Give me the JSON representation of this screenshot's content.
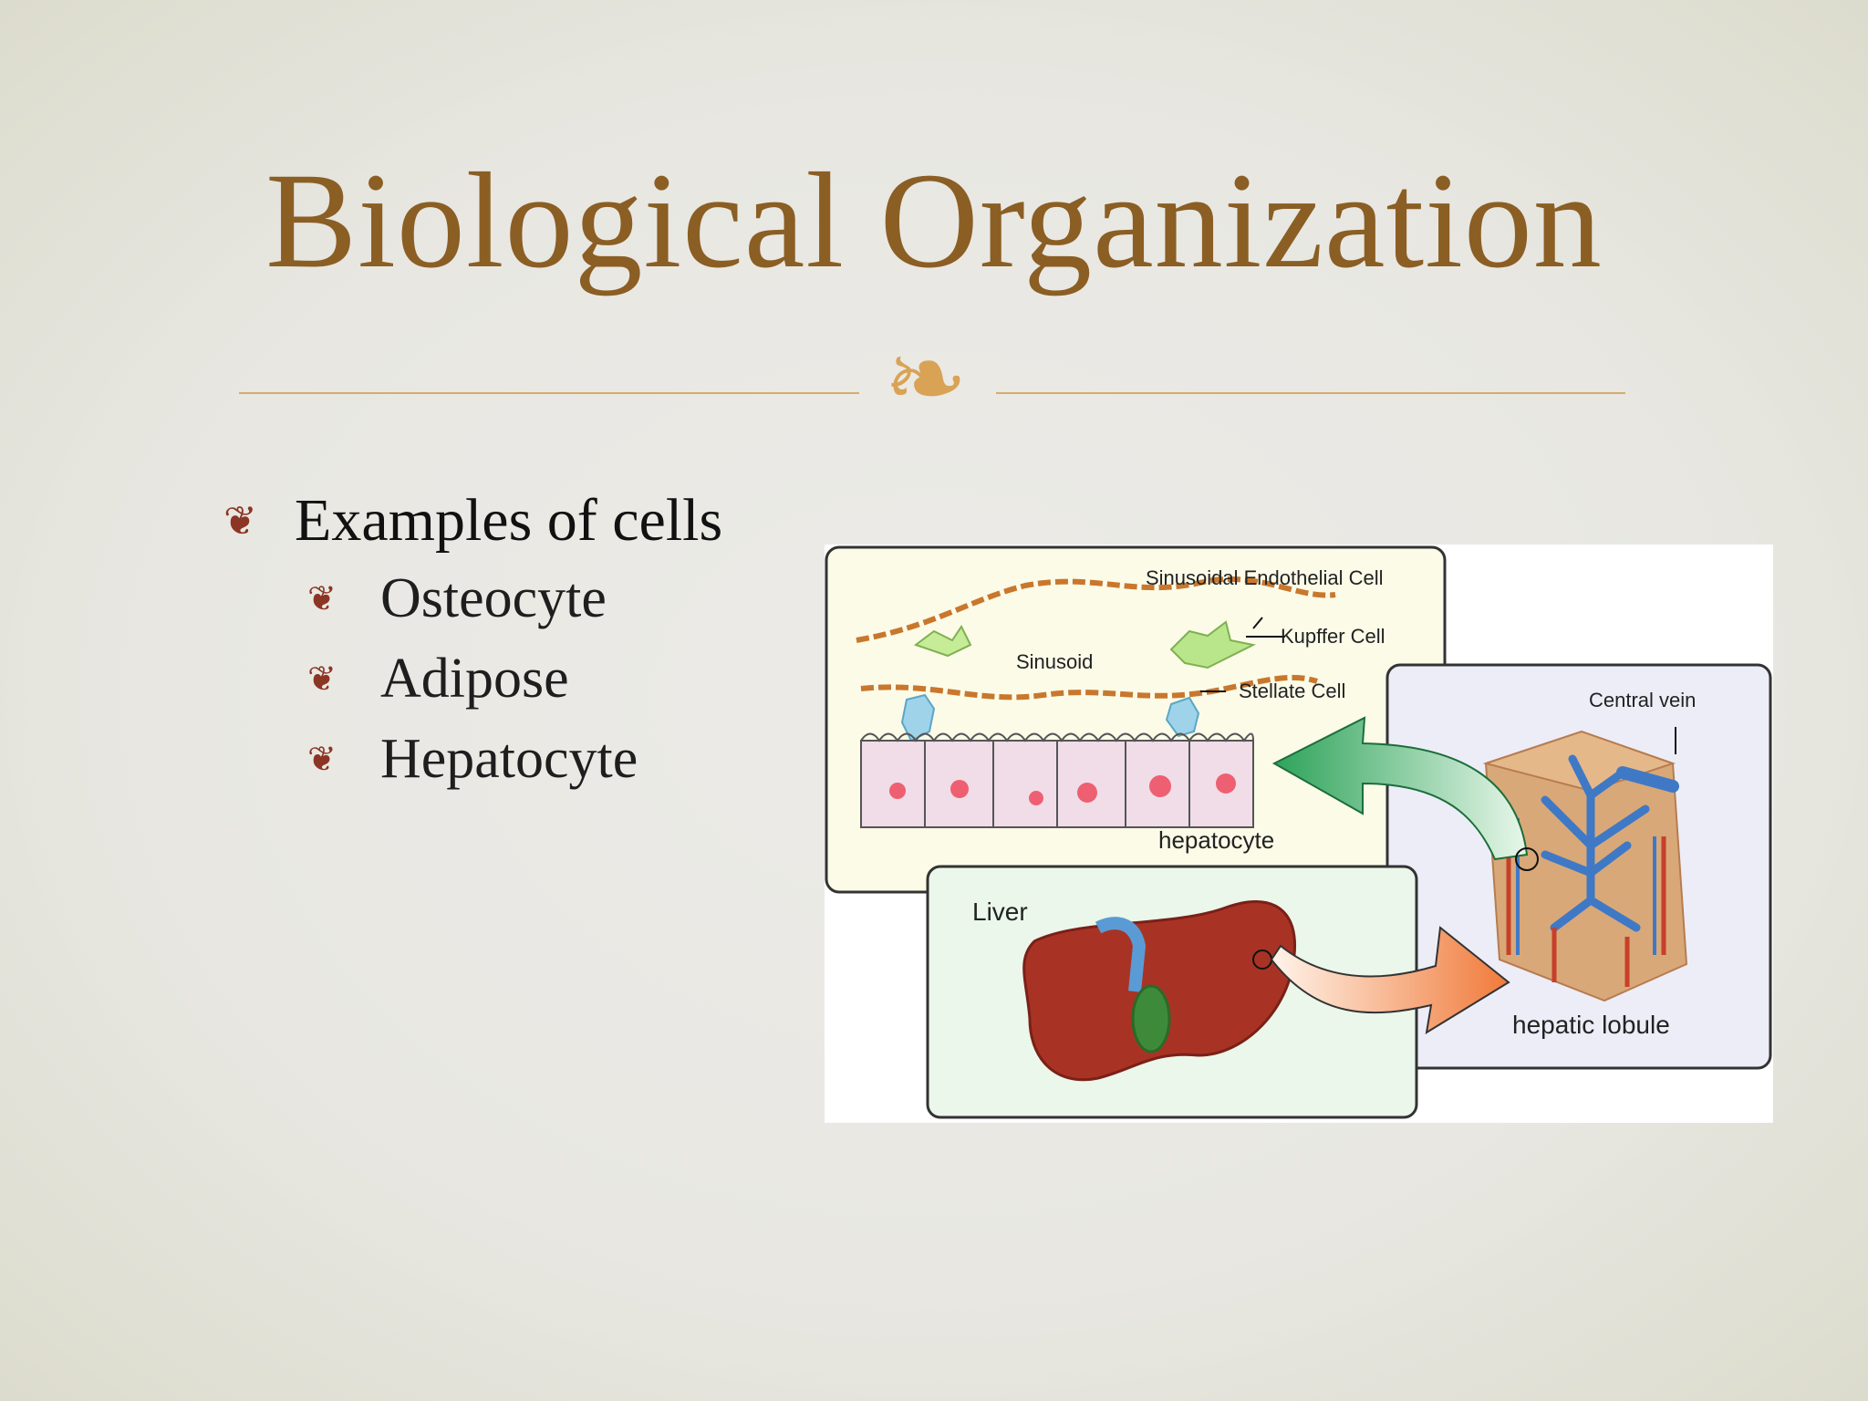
{
  "slide": {
    "title": "Biological Organization",
    "divider_flourish_icon": "flourish-icon",
    "bullet": {
      "text": "Examples of cells",
      "icon": "flourish-bullet-icon",
      "sub_items": [
        {
          "text": "Osteocyte"
        },
        {
          "text": "Adipose"
        },
        {
          "text": "Hepatocyte"
        }
      ]
    }
  },
  "figure": {
    "labels": {
      "sinusoidal_endothelial": "Sinusoidal Endothelial Cell",
      "kupffer": "Kupffer Cell",
      "sinusoid": "Sinusoid",
      "stellate": "Stellate Cell",
      "hepatocyte": "hepatocyte",
      "central_vein": "Central vein",
      "liver": "Liver",
      "hepatic_lobule": "hepatic lobule"
    }
  },
  "colors": {
    "title": "#8b5e24",
    "accent": "#d6ac6a",
    "bullet_mark": "#8c3524",
    "text": "#111111"
  }
}
